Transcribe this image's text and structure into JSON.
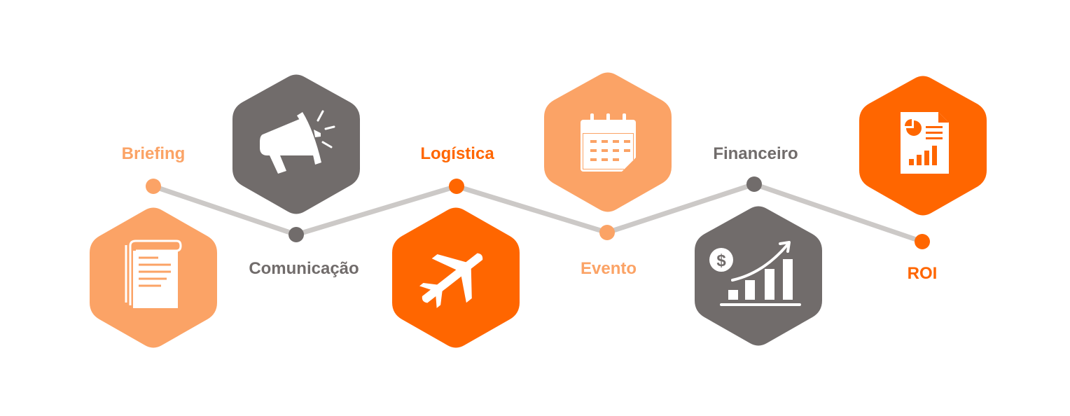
{
  "diagram": {
    "title": "",
    "colors": {
      "light_orange": "#FBA366",
      "orange": "#FF6600",
      "gray": "#716C6B",
      "line": "#CCC9C7",
      "icon": "#FFFFFF"
    },
    "steps": [
      {
        "label": "Briefing",
        "tone": "light_orange",
        "icon": "document-icon"
      },
      {
        "label": "Comunicação",
        "tone": "gray",
        "icon": "megaphone-icon"
      },
      {
        "label": "Logística",
        "tone": "orange",
        "icon": "airplane-icon"
      },
      {
        "label": "Evento",
        "tone": "light_orange",
        "icon": "calendar-icon"
      },
      {
        "label": "Financeiro",
        "tone": "gray",
        "icon": "growth-chart-icon"
      },
      {
        "label": "ROI",
        "tone": "orange",
        "icon": "report-icon"
      }
    ]
  }
}
